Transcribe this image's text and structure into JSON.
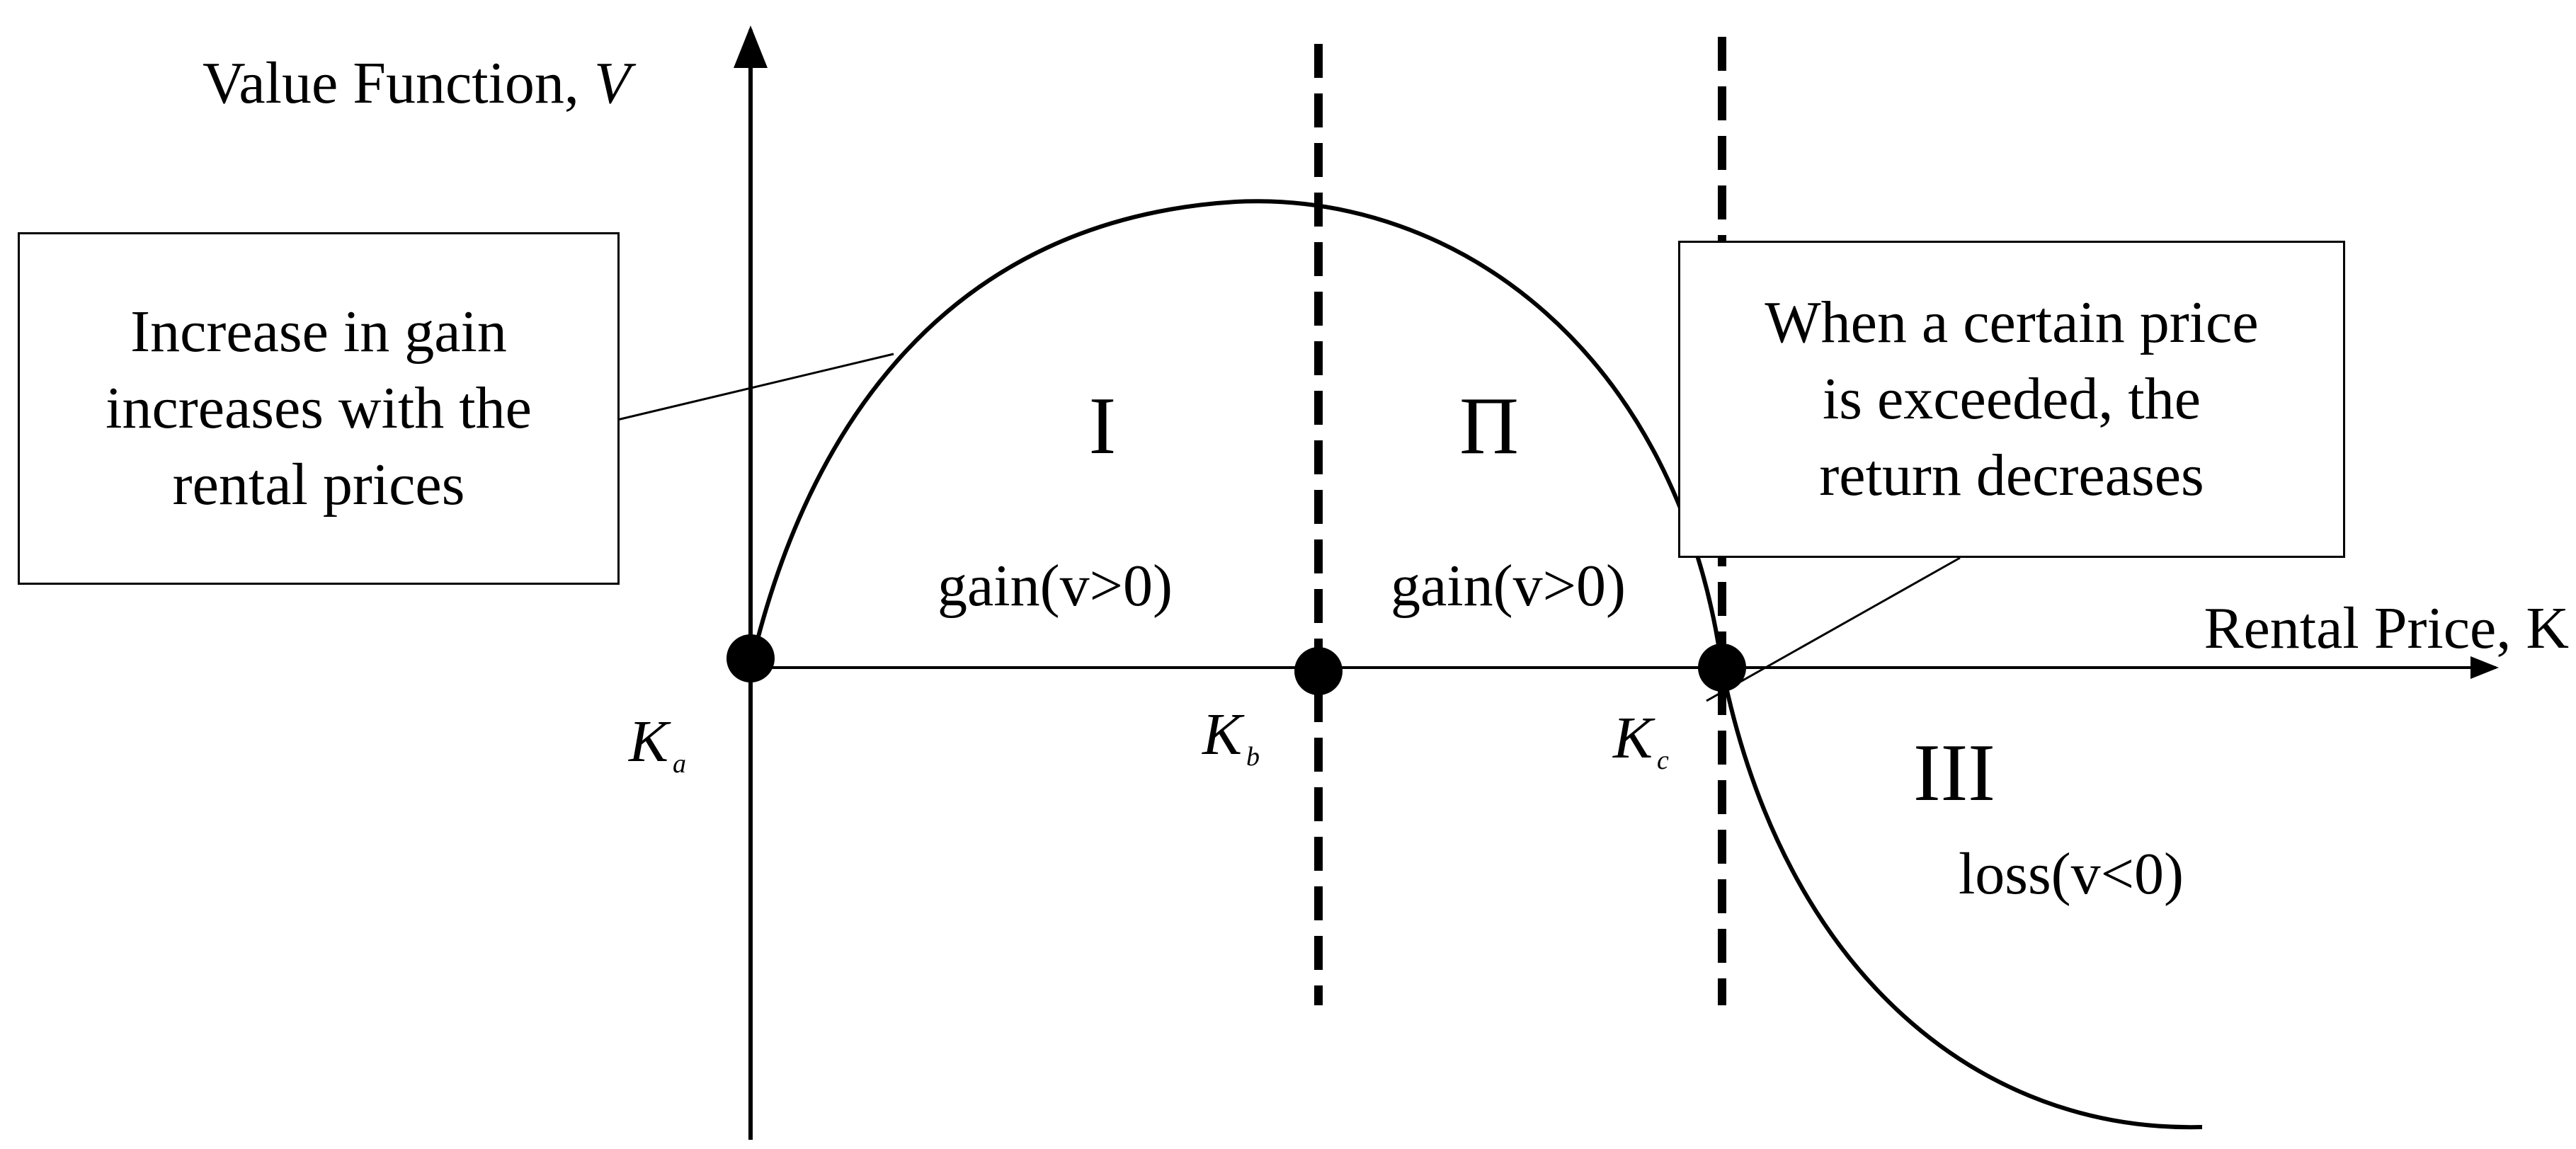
{
  "axes": {
    "y_label": "Value Function, ",
    "y_label_var": "V",
    "x_label": "Rental Price, K"
  },
  "points": [
    {
      "symbol": "K",
      "subscript": "a"
    },
    {
      "symbol": "K",
      "subscript": "b"
    },
    {
      "symbol": "K",
      "subscript": "c"
    }
  ],
  "regions": [
    {
      "numeral": "I",
      "state": "gain(v>0)"
    },
    {
      "numeral": "Π",
      "state": "gain(v>0)"
    },
    {
      "numeral": "III",
      "state": "loss(v<0)"
    }
  ],
  "annotations": {
    "left": {
      "lines": [
        "Increase in gain",
        "increases with the",
        "rental prices"
      ]
    },
    "right": {
      "lines": [
        "When a certain price",
        "is exceeded, the",
        "return decreases"
      ]
    }
  },
  "colors": {
    "ink": "#000000",
    "background": "#ffffff"
  }
}
